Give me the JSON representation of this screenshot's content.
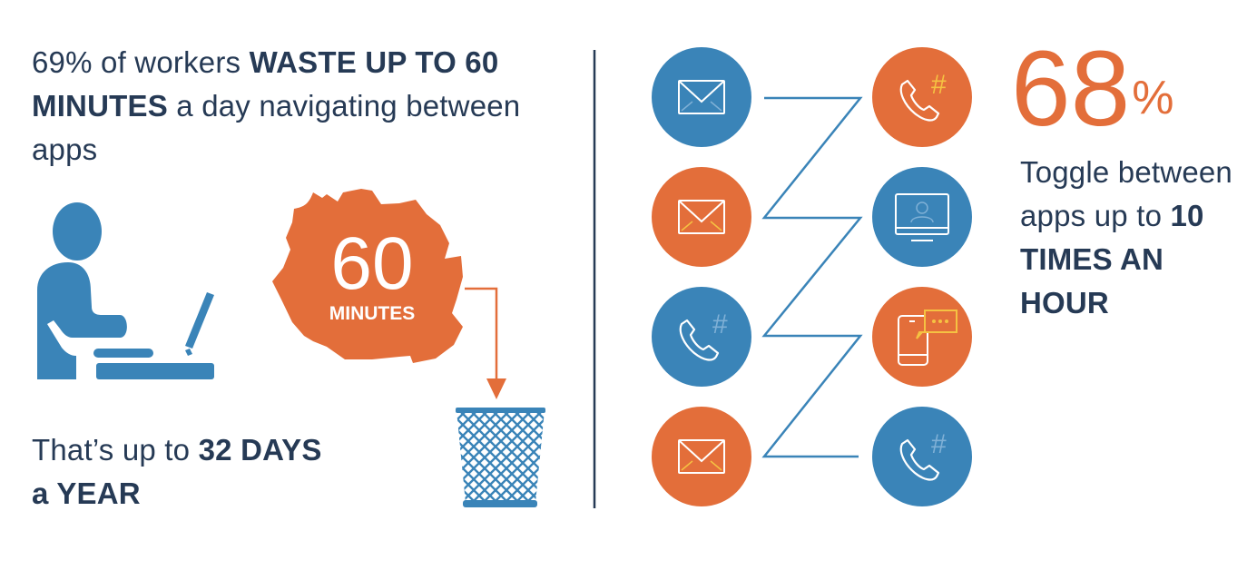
{
  "left": {
    "headline": {
      "pre": "69% of workers ",
      "bold": "WASTE UP TO 60 MINUTES",
      "post": " a day navigating between apps"
    },
    "splat": {
      "number": "60",
      "unit": "MINUTES"
    },
    "days": {
      "pre": "That’s up to ",
      "bold1": "32 DAYS",
      "mid": " a ",
      "bold2": "YEAR"
    }
  },
  "right": {
    "stat": {
      "number": "68",
      "symbol": "%"
    },
    "toggle": {
      "text": "Toggle between apps up to ",
      "bold": "10 TIMES AN HOUR"
    },
    "icons_left": [
      "email-icon",
      "email-icon",
      "phone-hash-icon",
      "email-icon"
    ],
    "icons_right": [
      "phone-hash-icon",
      "video-monitor-icon",
      "mobile-chat-icon",
      "phone-hash-icon"
    ]
  },
  "colors": {
    "blue": "#3a84b8",
    "orange": "#e36e3a",
    "navy": "#263a55",
    "yellow": "#f5c242"
  }
}
